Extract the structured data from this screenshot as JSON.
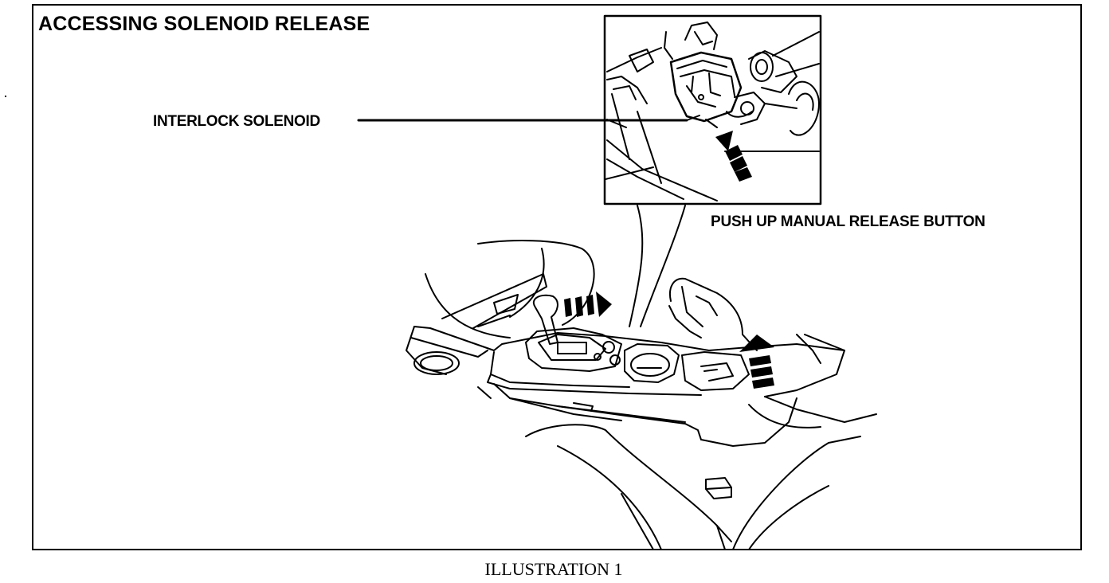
{
  "diagram": {
    "title": "ACCESSING SOLENOID RELEASE",
    "callouts": {
      "interlock_solenoid": "INTERLOCK SOLENOID",
      "push_up_release": "PUSH UP MANUAL RELEASE BUTTON"
    },
    "caption": "ILLUSTRATION 1"
  }
}
